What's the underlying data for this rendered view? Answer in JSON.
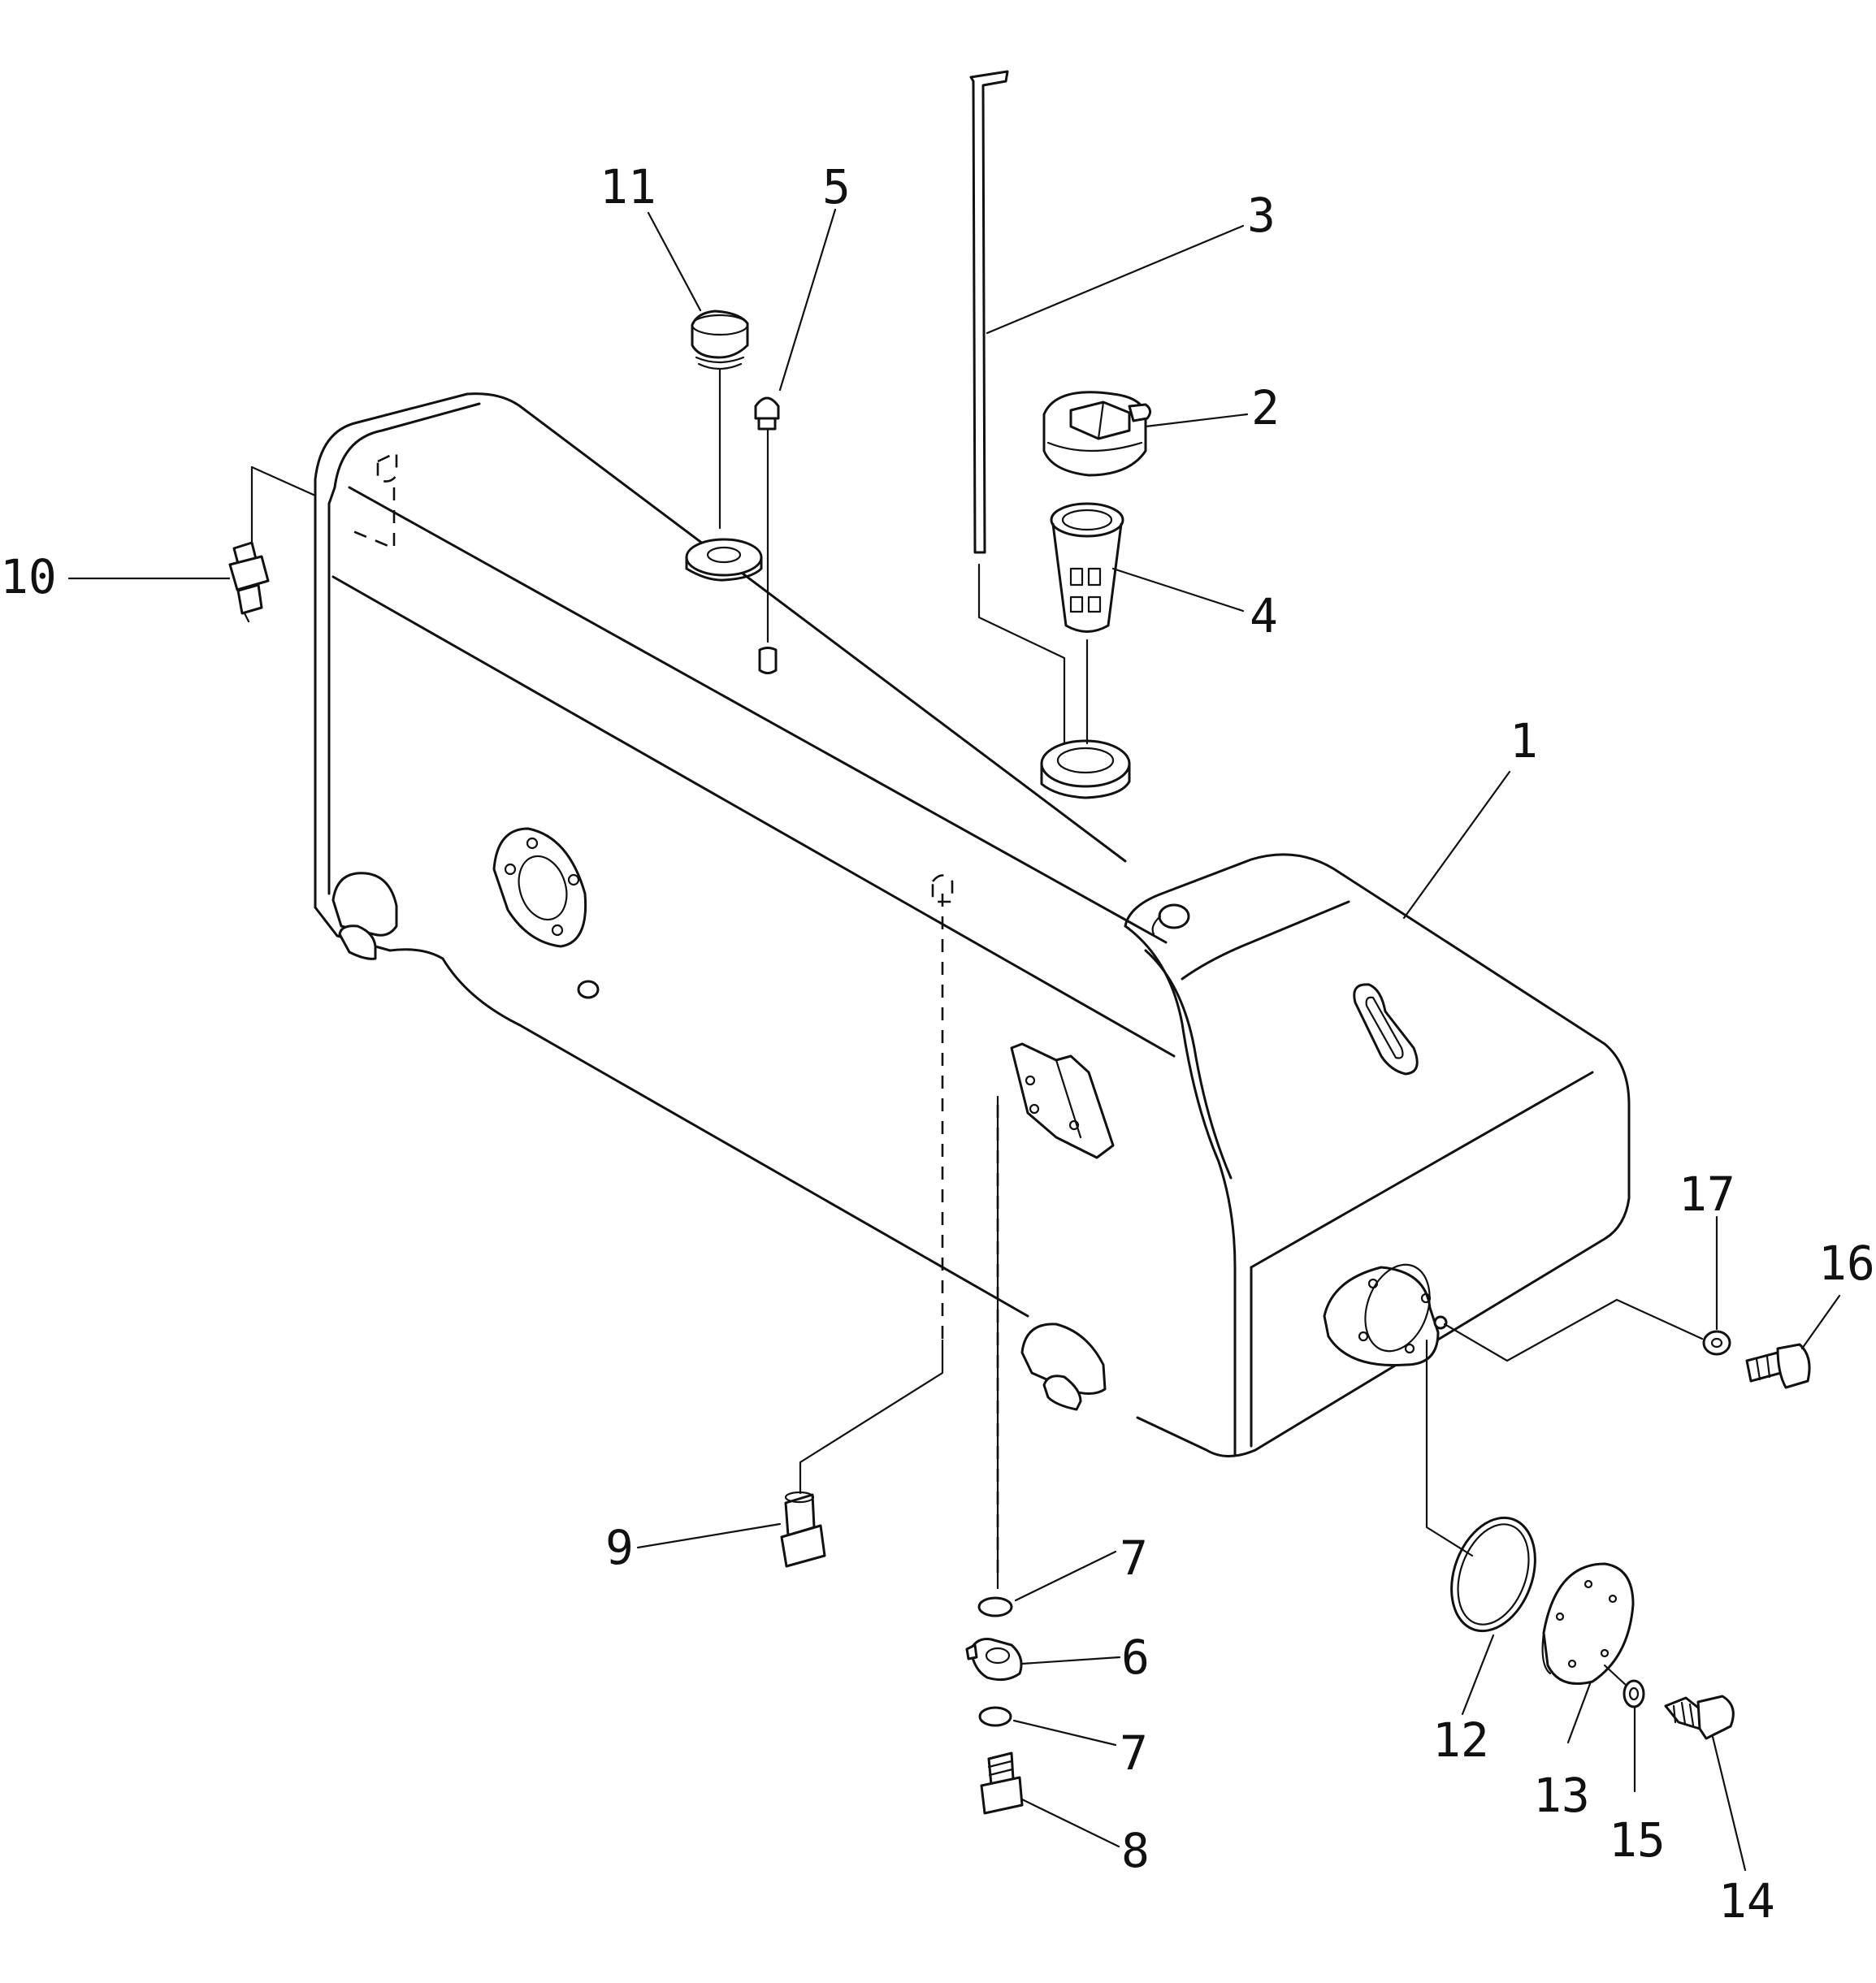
{
  "diagram": {
    "type": "exploded-parts-view",
    "callouts": [
      {
        "id": "c1",
        "text": "1"
      },
      {
        "id": "c2",
        "text": "2"
      },
      {
        "id": "c3",
        "text": "3"
      },
      {
        "id": "c4",
        "text": "4"
      },
      {
        "id": "c5",
        "text": "5"
      },
      {
        "id": "c6",
        "text": "6"
      },
      {
        "id": "c7a",
        "text": "7"
      },
      {
        "id": "c7b",
        "text": "7"
      },
      {
        "id": "c8",
        "text": "8"
      },
      {
        "id": "c9",
        "text": "9"
      },
      {
        "id": "c10",
        "text": "10"
      },
      {
        "id": "c11",
        "text": "11"
      },
      {
        "id": "c12",
        "text": "12"
      },
      {
        "id": "c13",
        "text": "13"
      },
      {
        "id": "c14",
        "text": "14"
      },
      {
        "id": "c15",
        "text": "15"
      },
      {
        "id": "c16",
        "text": "16"
      },
      {
        "id": "c17",
        "text": "17"
      }
    ]
  }
}
